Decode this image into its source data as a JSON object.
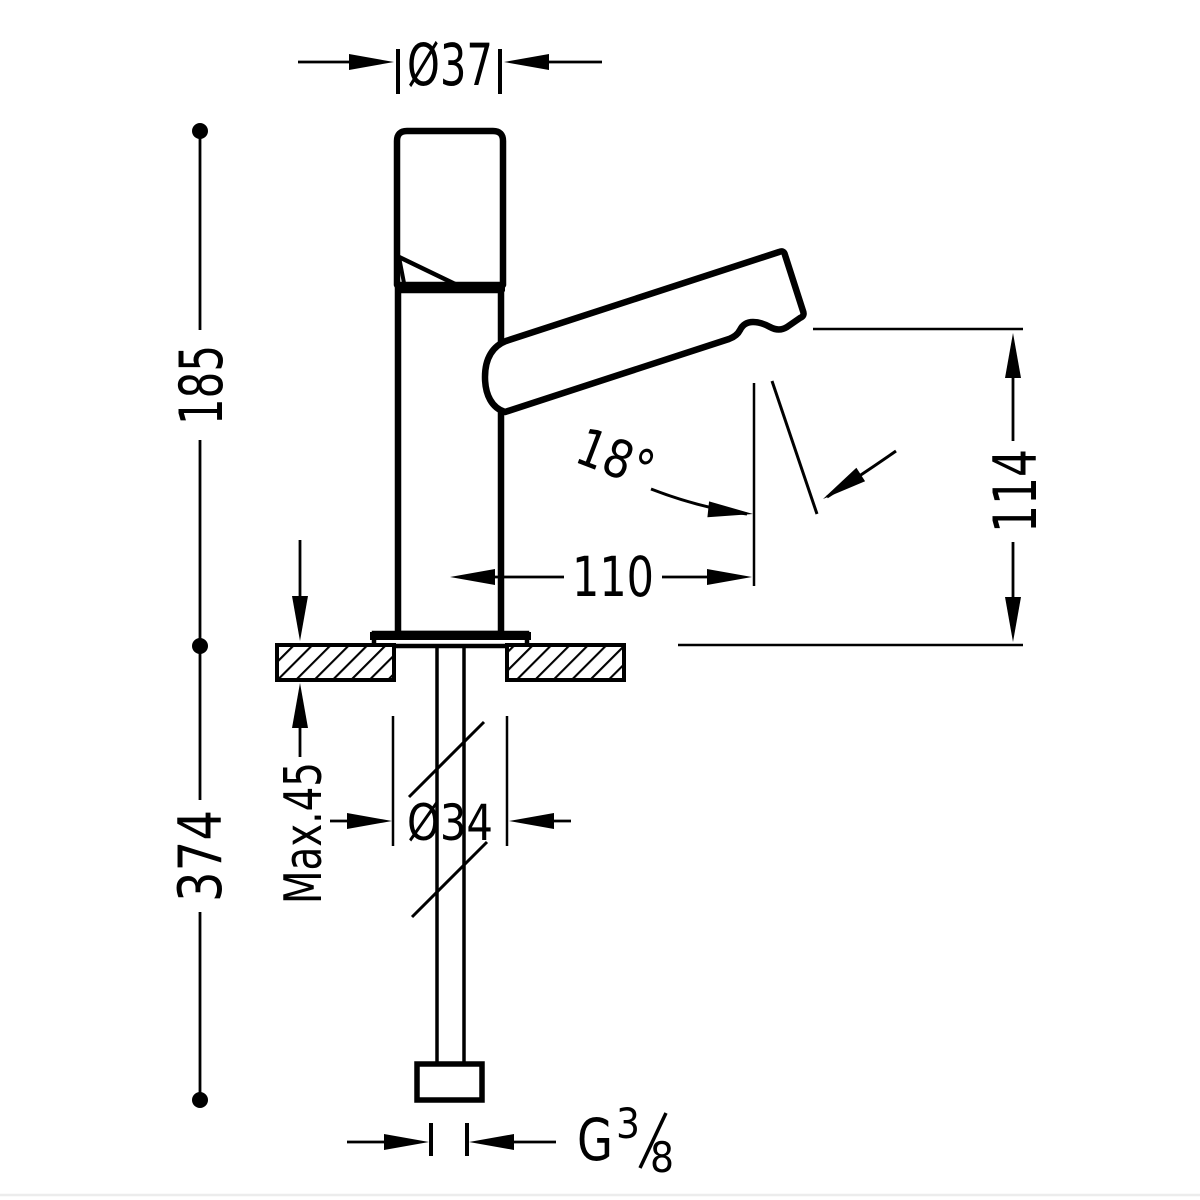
{
  "drawing": {
    "background": "#ffffff",
    "stroke_color": "#000000",
    "labels": {
      "handle_diameter": "Ø37",
      "height_above_deck": "185",
      "depth_below_deck": "374",
      "max_deck_thickness": "Max.45",
      "hole_diameter": "Ø34",
      "spout_reach": "110",
      "outlet_height": "114",
      "spout_angle": "18°",
      "thread_prefix": "G",
      "thread_fraction_numerator": "3",
      "thread_fraction_denominator": "8"
    }
  }
}
